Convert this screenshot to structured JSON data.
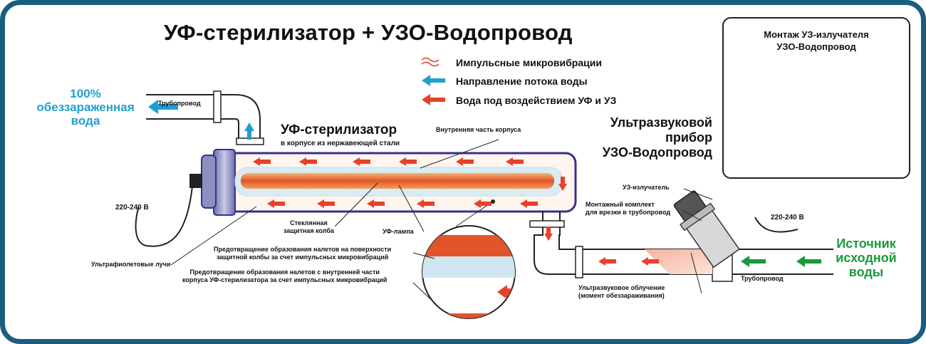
{
  "title": "УФ-стерилизатор + УЗО-Водопровод",
  "legend": {
    "vibrations": "Импульсные микровибрации",
    "flow_direction": "Направление потока воды",
    "treated_water": "Вода под воздействием УФ и УЗ"
  },
  "outlet": {
    "line1": "100%",
    "line2": "обеззараженная",
    "line3": "вода",
    "pipe_label": "Трубопровод"
  },
  "inlet": {
    "line1": "Источник",
    "line2": "исходной",
    "line3": "воды",
    "pipe_label": "Трубопровод"
  },
  "sterilizer": {
    "name": "УФ-стерилизатор",
    "sub": "в корпусе из нержавеющей стали"
  },
  "ultrasonic": {
    "line1": "Ультразвуковой",
    "line2": "прибор",
    "line3": "УЗО-Водопровод"
  },
  "labels": {
    "inner_body": "Внутренняя часть корпуса",
    "voltage_left": "220-240 В",
    "voltage_right": "220-240 В",
    "glass_line1": "Стеклянная",
    "glass_line2": "защитная колба",
    "uv_lamp": "УФ-лампа",
    "uv_rays": "Ультрафиолетовые лучи",
    "prevent_glass_1": "Предотвращение образования налетов на поверхности",
    "prevent_glass_2": "защитной колбы за счет импульсных микровибраций",
    "prevent_body_1": "Предотвращение образования налетов с внутренней части",
    "prevent_body_2": "корпуса УФ-стерилизатора за счет импульсных микровибраций",
    "emitter": "УЗ-излучатель",
    "mount_kit_1": "Монтажный комплект",
    "mount_kit_2": "для врезки в трубопровод",
    "irradiation_1": "Ультразвуковое облучение",
    "irradiation_2": "(момент обеззараживания)"
  },
  "photo": {
    "line1": "Монтаж УЗ-излучателя",
    "line2": "УЗО-Водопровод"
  },
  "colors": {
    "frame": "#1a5d7f",
    "blue_arrow": "#1f9fd0",
    "red_arrow": "#e8402a",
    "green": "#1a9a3c",
    "body_outline": "#3b2f8f"
  }
}
